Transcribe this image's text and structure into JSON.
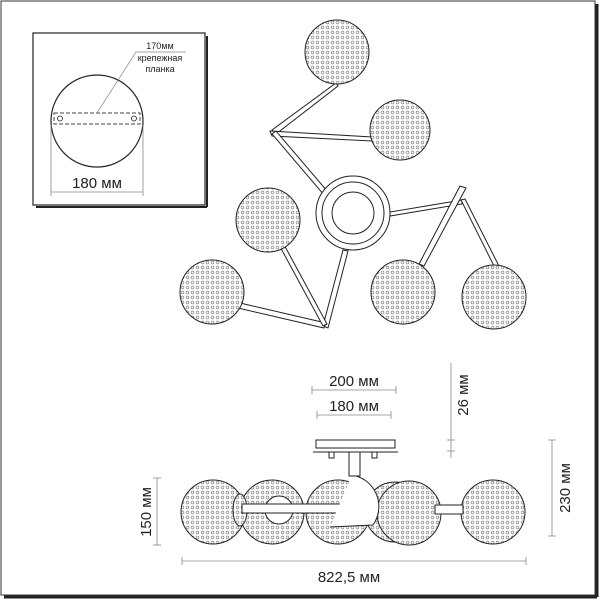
{
  "inset": {
    "bracket_length": "170мм",
    "bracket_label_line1": "крепежная",
    "bracket_label_line2": "планка",
    "diameter": "180 мм"
  },
  "side_view": {
    "canopy_outer": "200 мм",
    "canopy_inner": "180 мм",
    "canopy_height": "26 мм",
    "total_height": "230 мм",
    "globe_height": "150 мм",
    "total_width": "822,5 мм"
  }
}
